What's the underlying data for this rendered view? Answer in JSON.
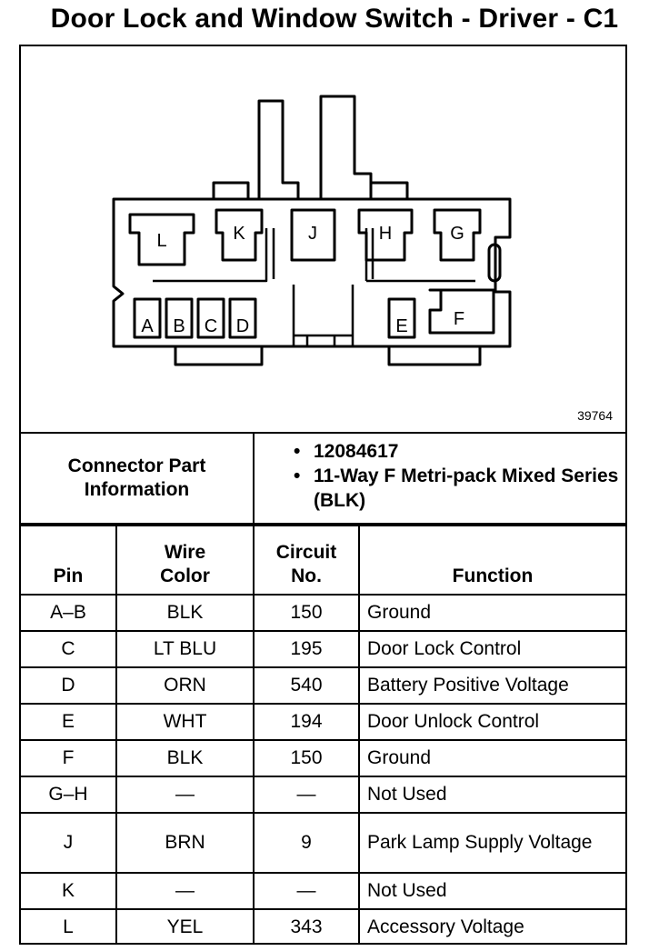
{
  "title": "Door Lock and Window Switch - Driver - C1",
  "figure_number": "39764",
  "connector_diagram": {
    "pin_labels": [
      "L",
      "K",
      "J",
      "H",
      "G",
      "A",
      "B",
      "C",
      "D",
      "E",
      "F"
    ]
  },
  "connector_info": {
    "label_line1": "Connector Part",
    "label_line2": "Information",
    "bullets": [
      "12084617",
      "11-Way F Metri-pack Mixed Series (BLK)"
    ]
  },
  "table": {
    "headers": {
      "pin": "Pin",
      "wire_color_1": "Wire",
      "wire_color_2": "Color",
      "circuit_1": "Circuit",
      "circuit_2": "No.",
      "function": "Function"
    },
    "rows": [
      {
        "pin": "A–B",
        "color": "BLK",
        "circuit": "150",
        "function": "Ground"
      },
      {
        "pin": "C",
        "color": "LT BLU",
        "circuit": "195",
        "function": "Door Lock Control"
      },
      {
        "pin": "D",
        "color": "ORN",
        "circuit": "540",
        "function": "Battery Positive Voltage"
      },
      {
        "pin": "E",
        "color": "WHT",
        "circuit": "194",
        "function": "Door Unlock Control"
      },
      {
        "pin": "F",
        "color": "BLK",
        "circuit": "150",
        "function": "Ground"
      },
      {
        "pin": "G–H",
        "color": "—",
        "circuit": "—",
        "function": "Not Used"
      },
      {
        "pin": "J",
        "color": "BRN",
        "circuit": "9",
        "function": "Park Lamp Supply Voltage"
      },
      {
        "pin": "K",
        "color": "—",
        "circuit": "—",
        "function": "Not Used"
      },
      {
        "pin": "L",
        "color": "YEL",
        "circuit": "343",
        "function": "Accessory Voltage"
      }
    ]
  }
}
